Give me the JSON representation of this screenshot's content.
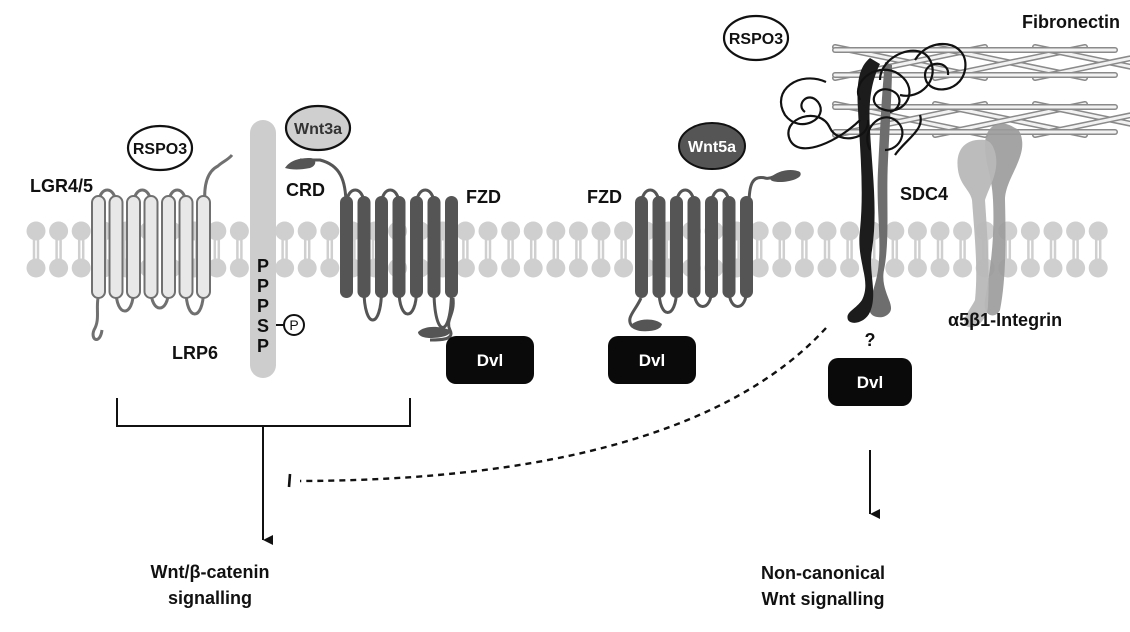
{
  "colors": {
    "membrane": "#cfcfcf",
    "lgr_fill": "#e8e8e8",
    "lgr_stroke": "#707070",
    "fzd": "#555555",
    "lrp6": "#cdcdcd",
    "wnt3a": "#cfcfcf",
    "wnt5a": "#555555",
    "dvl": "#0a0a0a",
    "integrin_alpha": "#b8b8b8",
    "integrin_beta": "#9a9a9a",
    "sdc4_dark": "#1c1c1c",
    "sdc4_mid": "#6e6e6e"
  },
  "labels": {
    "lgr": "LGR4/5",
    "rspo3_left": "RSPO3",
    "rspo3_right": "RSPO3",
    "wnt3a": "Wnt3a",
    "crd": "CRD",
    "fzd_left": "FZD",
    "fzd_right": "FZD",
    "wnt5a": "Wnt5a",
    "lrp6": "LRP6",
    "motif": [
      "P",
      "P",
      "P",
      "S",
      "P"
    ],
    "phospho": "P",
    "dvl_1": "Dvl",
    "dvl_2": "Dvl",
    "dvl_3": "Dvl",
    "question": "?",
    "sdc4": "SDC4",
    "fibronectin": "Fibronectin",
    "integrin": "α5β1-Integrin"
  },
  "outputs": {
    "canonical_line1": "Wnt/β-catenin",
    "canonical_line2": "signalling",
    "noncanonical_line1": "Non-canonical",
    "noncanonical_line2": "Wnt signalling"
  }
}
